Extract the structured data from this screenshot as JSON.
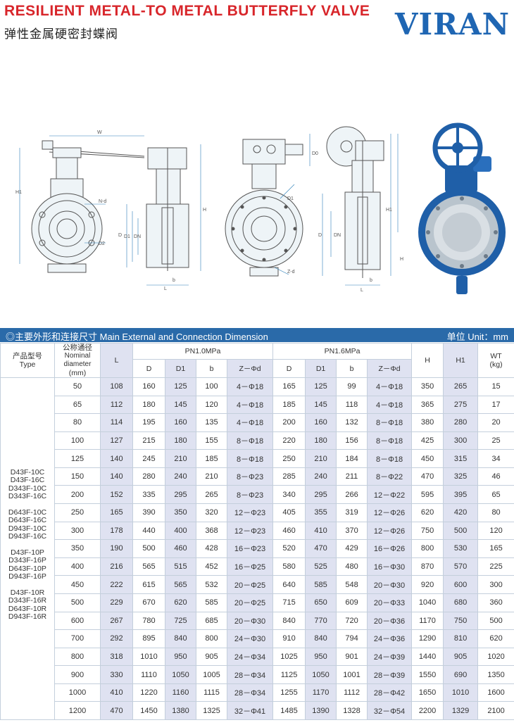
{
  "header": {
    "title_en": "RESILIENT METAL-TO METAL BUTTERFLY VALVE",
    "title_cn": "弹性金属硬密封蝶阀",
    "brand": "VIRAN"
  },
  "drawing_labels": {
    "w": "W",
    "h1": "H1",
    "h": "H",
    "n_d": "N-d",
    "d": "D",
    "d1": "D1",
    "dn": "DN",
    "d2": "D2",
    "b": "b",
    "l": "L",
    "d0": "D0",
    "z_d": "Z-d"
  },
  "table": {
    "section_title": "主要外形和连接尺寸 Main  External and Connection Dimension",
    "unit": "单位 Unit：mm",
    "headers": {
      "type_cn": "产品型号",
      "type_en": "Type",
      "nominal_cn": "公称通径",
      "nominal_en": "Nominal diameter",
      "nominal_unit": "(mm)",
      "L": "L",
      "pn10": "PN1.0MPa",
      "pn16": "PN1.6MPa",
      "D": "D",
      "D1": "D1",
      "b": "b",
      "Zd": "Z－Φd",
      "H": "H",
      "H1": "H1",
      "WT": "WT",
      "WT_unit": "(kg)"
    },
    "type_groups": [
      [
        "D43F-10C",
        "D43F-16C",
        "D343F-10C",
        "D343F-16C"
      ],
      [
        "D643F-10C",
        "D643F-16C",
        "D943F-10C",
        "D943F-16C"
      ],
      [
        "D43F-10P",
        "D343F-16P",
        "D643F-10P",
        "D943F-16P"
      ],
      [
        "D43F-10R",
        "D343F-16R",
        "D643F-10R",
        "D943F-16R"
      ]
    ],
    "rows": [
      [
        "50",
        "108",
        "160",
        "125",
        "100",
        "4－Φ18",
        "165",
        "125",
        "99",
        "4－Φ18",
        "350",
        "265",
        "15"
      ],
      [
        "65",
        "112",
        "180",
        "145",
        "120",
        "4－Φ18",
        "185",
        "145",
        "118",
        "4－Φ18",
        "365",
        "275",
        "17"
      ],
      [
        "80",
        "114",
        "195",
        "160",
        "135",
        "4－Φ18",
        "200",
        "160",
        "132",
        "8－Φ18",
        "380",
        "280",
        "20"
      ],
      [
        "100",
        "127",
        "215",
        "180",
        "155",
        "8－Φ18",
        "220",
        "180",
        "156",
        "8－Φ18",
        "425",
        "300",
        "25"
      ],
      [
        "125",
        "140",
        "245",
        "210",
        "185",
        "8－Φ18",
        "250",
        "210",
        "184",
        "8－Φ18",
        "450",
        "315",
        "34"
      ],
      [
        "150",
        "140",
        "280",
        "240",
        "210",
        "8－Φ23",
        "285",
        "240",
        "211",
        "8－Φ22",
        "470",
        "325",
        "46"
      ],
      [
        "200",
        "152",
        "335",
        "295",
        "265",
        "8－Φ23",
        "340",
        "295",
        "266",
        "12－Φ22",
        "595",
        "395",
        "65"
      ],
      [
        "250",
        "165",
        "390",
        "350",
        "320",
        "12－Φ23",
        "405",
        "355",
        "319",
        "12－Φ26",
        "620",
        "420",
        "80"
      ],
      [
        "300",
        "178",
        "440",
        "400",
        "368",
        "12－Φ23",
        "460",
        "410",
        "370",
        "12－Φ26",
        "750",
        "500",
        "120"
      ],
      [
        "350",
        "190",
        "500",
        "460",
        "428",
        "16－Φ23",
        "520",
        "470",
        "429",
        "16－Φ26",
        "800",
        "530",
        "165"
      ],
      [
        "400",
        "216",
        "565",
        "515",
        "452",
        "16－Φ25",
        "580",
        "525",
        "480",
        "16－Φ30",
        "870",
        "570",
        "225"
      ],
      [
        "450",
        "222",
        "615",
        "565",
        "532",
        "20－Φ25",
        "640",
        "585",
        "548",
        "20－Φ30",
        "920",
        "600",
        "300"
      ],
      [
        "500",
        "229",
        "670",
        "620",
        "585",
        "20－Φ25",
        "715",
        "650",
        "609",
        "20－Φ33",
        "1040",
        "680",
        "360"
      ],
      [
        "600",
        "267",
        "780",
        "725",
        "685",
        "20－Φ30",
        "840",
        "770",
        "720",
        "20－Φ36",
        "1170",
        "750",
        "500"
      ],
      [
        "700",
        "292",
        "895",
        "840",
        "800",
        "24－Φ30",
        "910",
        "840",
        "794",
        "24－Φ36",
        "1290",
        "810",
        "620"
      ],
      [
        "800",
        "318",
        "1010",
        "950",
        "905",
        "24－Φ34",
        "1025",
        "950",
        "901",
        "24－Φ39",
        "1440",
        "905",
        "1020"
      ],
      [
        "900",
        "330",
        "1110",
        "1050",
        "1005",
        "28－Φ34",
        "1125",
        "1050",
        "1001",
        "28－Φ39",
        "1550",
        "690",
        "1350"
      ],
      [
        "1000",
        "410",
        "1220",
        "1160",
        "1115",
        "28－Φ34",
        "1255",
        "1170",
        "1112",
        "28－Φ42",
        "1650",
        "1010",
        "1600"
      ],
      [
        "1200",
        "470",
        "1450",
        "1380",
        "1325",
        "32－Φ41",
        "1485",
        "1390",
        "1328",
        "32－Φ54",
        "2200",
        "1329",
        "2100"
      ]
    ]
  }
}
